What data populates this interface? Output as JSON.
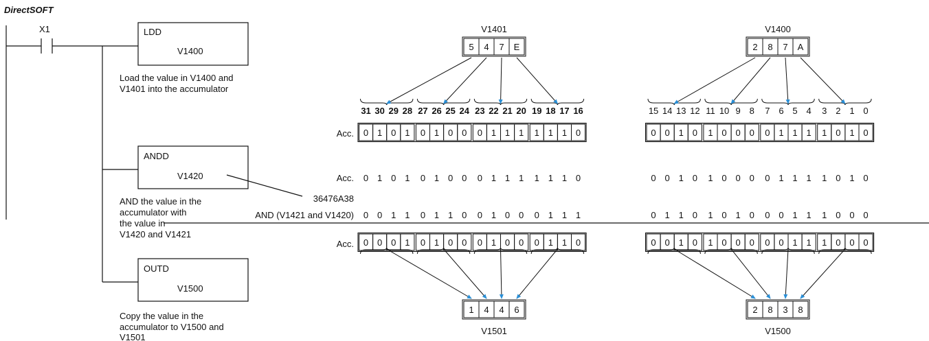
{
  "header": {
    "brand": "DirectSOFT"
  },
  "ladder": {
    "contact_label": "X1",
    "instructions": [
      {
        "op": "LDD",
        "operand": "V1400",
        "description": [
          "Load the value in V1400 and",
          "V1401 into the accumulator"
        ]
      },
      {
        "op": "ANDD",
        "operand": "V1420",
        "description": [
          "AND the value in the",
          "accumulator with",
          "the value in",
          "V1420 and V1421"
        ]
      },
      {
        "op": "OUTD",
        "operand": "V1500",
        "description": [
          "Copy the value in the",
          "accumulator to V1500 and",
          "V1501"
        ]
      }
    ]
  },
  "registers": {
    "source_high": {
      "label": "V1401",
      "digits": [
        "5",
        "4",
        "7",
        "E"
      ]
    },
    "source_low": {
      "label": "V1400",
      "digits": [
        "2",
        "8",
        "7",
        "A"
      ]
    },
    "dest_high": {
      "label": "V1501",
      "digits": [
        "1",
        "4",
        "4",
        "6"
      ]
    },
    "dest_low": {
      "label": "V1500",
      "digits": [
        "2",
        "8",
        "3",
        "8"
      ]
    }
  },
  "bit_numbers": [
    "31",
    "30",
    "29",
    "28",
    "27",
    "26",
    "25",
    "24",
    "23",
    "22",
    "21",
    "20",
    "19",
    "18",
    "17",
    "16",
    "15",
    "14",
    "13",
    "12",
    "11",
    "10",
    "9",
    "8",
    "7",
    "6",
    "5",
    "4",
    "3",
    "2",
    "1",
    "0"
  ],
  "acc_label": "Acc.",
  "acc_initial_bits": [
    "0",
    "1",
    "0",
    "1",
    "0",
    "1",
    "0",
    "0",
    "0",
    "1",
    "1",
    "1",
    "1",
    "1",
    "1",
    "0",
    "0",
    "0",
    "1",
    "0",
    "1",
    "0",
    "0",
    "0",
    "0",
    "1",
    "1",
    "1",
    "1",
    "0",
    "1",
    "0"
  ],
  "and_operation": {
    "acc_label": "Acc.",
    "constant": "36476A38",
    "operand_label": "AND (V1421 and V1420)",
    "acc_bits": [
      "0",
      "1",
      "0",
      "1",
      "0",
      "1",
      "0",
      "0",
      "0",
      "1",
      "1",
      "1",
      "1",
      "1",
      "1",
      "0",
      "0",
      "0",
      "1",
      "0",
      "1",
      "0",
      "0",
      "0",
      "0",
      "1",
      "1",
      "1",
      "1",
      "0",
      "1",
      "0"
    ],
    "operand_bits": [
      "0",
      "0",
      "1",
      "1",
      "0",
      "1",
      "1",
      "0",
      "0",
      "1",
      "0",
      "0",
      "0",
      "1",
      "1",
      "1",
      "0",
      "1",
      "1",
      "0",
      "1",
      "0",
      "1",
      "0",
      "0",
      "0",
      "1",
      "1",
      "1",
      "0",
      "0",
      "0"
    ]
  },
  "acc_result_bits": [
    "0",
    "0",
    "0",
    "1",
    "0",
    "1",
    "0",
    "0",
    "0",
    "1",
    "0",
    "0",
    "0",
    "1",
    "1",
    "0",
    "0",
    "0",
    "1",
    "0",
    "1",
    "0",
    "0",
    "0",
    "0",
    "0",
    "1",
    "1",
    "1",
    "0",
    "0",
    "0"
  ],
  "colors": {
    "arrow": "#2a8fd6",
    "line": "#111111"
  }
}
